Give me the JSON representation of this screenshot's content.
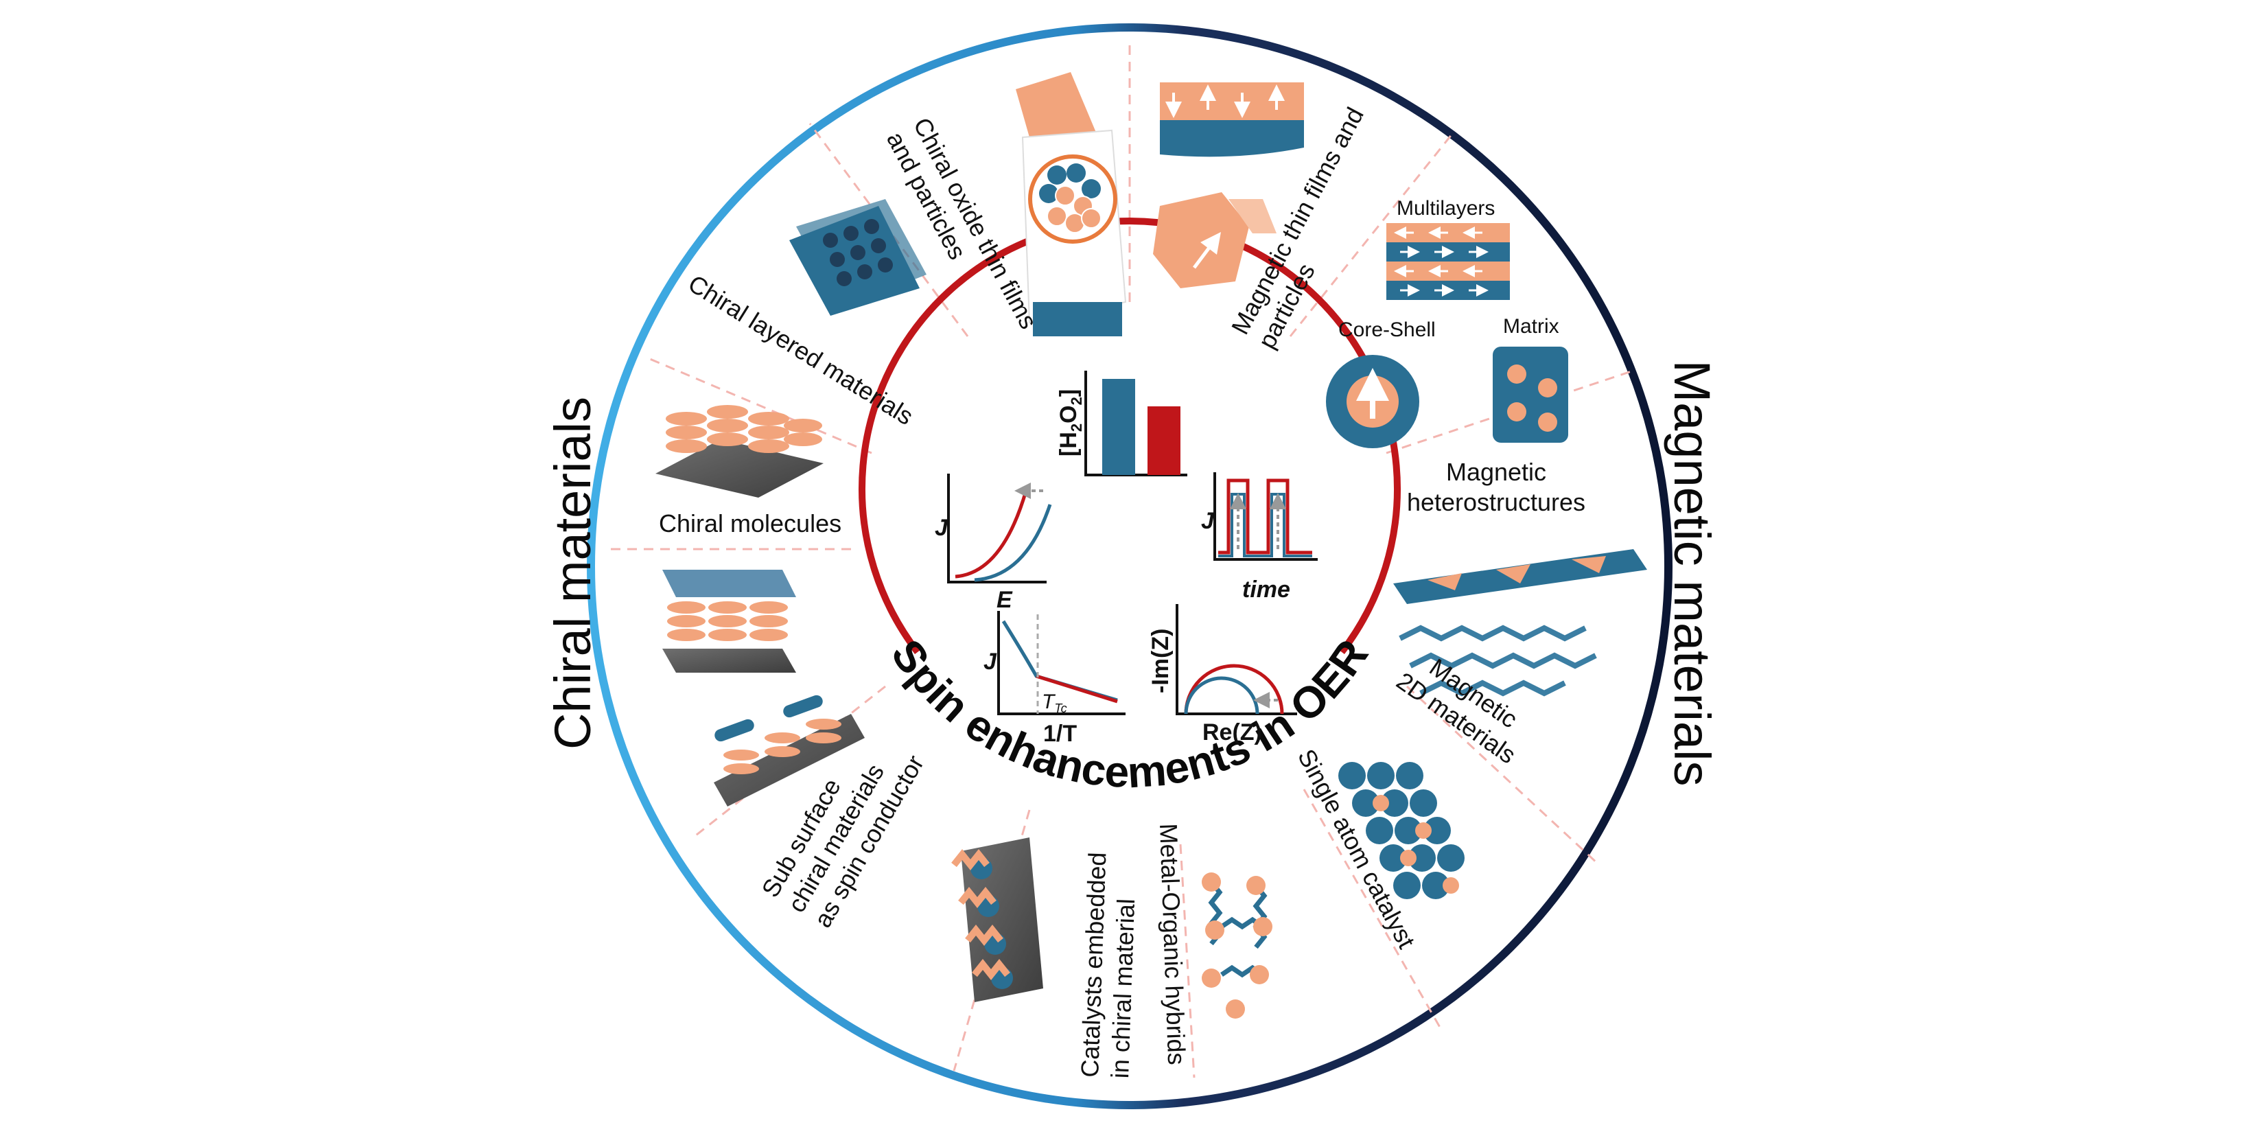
{
  "title": "Spin enhancements in OER",
  "left_group_label": "Chiral materials",
  "right_group_label": "Magnetic  materials",
  "colors": {
    "ring_left": "#3aa0d8",
    "ring_right": "#0d1b3d",
    "inner_arc": "#c0161a",
    "teal": "#2a6f93",
    "salmon": "#f2a47c",
    "red": "#c0161a",
    "gray": "#5a5a5a",
    "divider": "#f3b5b0"
  },
  "segments": {
    "chiral_oxide": "Chiral oxide thin films\nand particles",
    "chiral_layered": "Chiral layered materials",
    "chiral_molecules": "Chiral molecules",
    "sub_surface": "Sub surface\nchiral materials\nas spin conductor",
    "catalysts_embedded": "Catalysts embedded\nin chiral material",
    "metal_organic": "Metal-Organic hybrids",
    "single_atom": "Single atom catalyst",
    "magnetic_2d": "Magnetic\n2D materials",
    "magnetic_hetero": "Magnetic\nheterostructures",
    "multilayers": "Multilayers",
    "core_shell": "Core-Shell",
    "matrix": "Matrix",
    "magnetic_thin": "Magnetic thin films and\nparticles"
  },
  "plots": {
    "jv": {
      "ylabel": "J",
      "xlabel": "E"
    },
    "h2o2": {
      "ylabel": "[H2O2]",
      "values": [
        0.9,
        0.6
      ]
    },
    "time": {
      "ylabel": "J",
      "xlabel": "time"
    },
    "temp": {
      "ylabel": "J",
      "xlabel": "1/T",
      "marker": "Tc"
    },
    "eis": {
      "ylabel": "-Im(Z)",
      "xlabel": "Re(Z)"
    }
  },
  "icons": [
    "helix-icon",
    "spin-arrow-icon",
    "rotation-arrow-icon",
    "magnetic-domain-icon"
  ]
}
